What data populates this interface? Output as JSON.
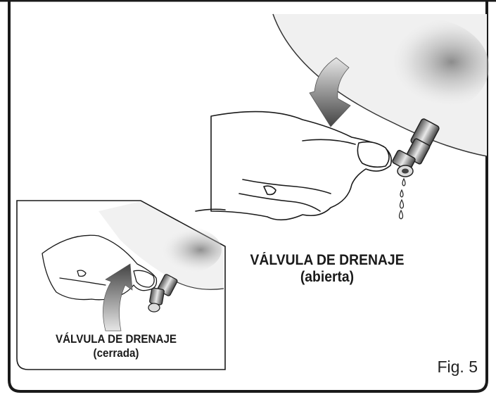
{
  "figure": {
    "label": "Fig. 5"
  },
  "main_view": {
    "title": "VÁLVULA DE DRENAJE",
    "state": "(abierta)"
  },
  "inset_view": {
    "title": "VÁLVULA DE DRENAJE",
    "state": "(cerrada)"
  }
}
